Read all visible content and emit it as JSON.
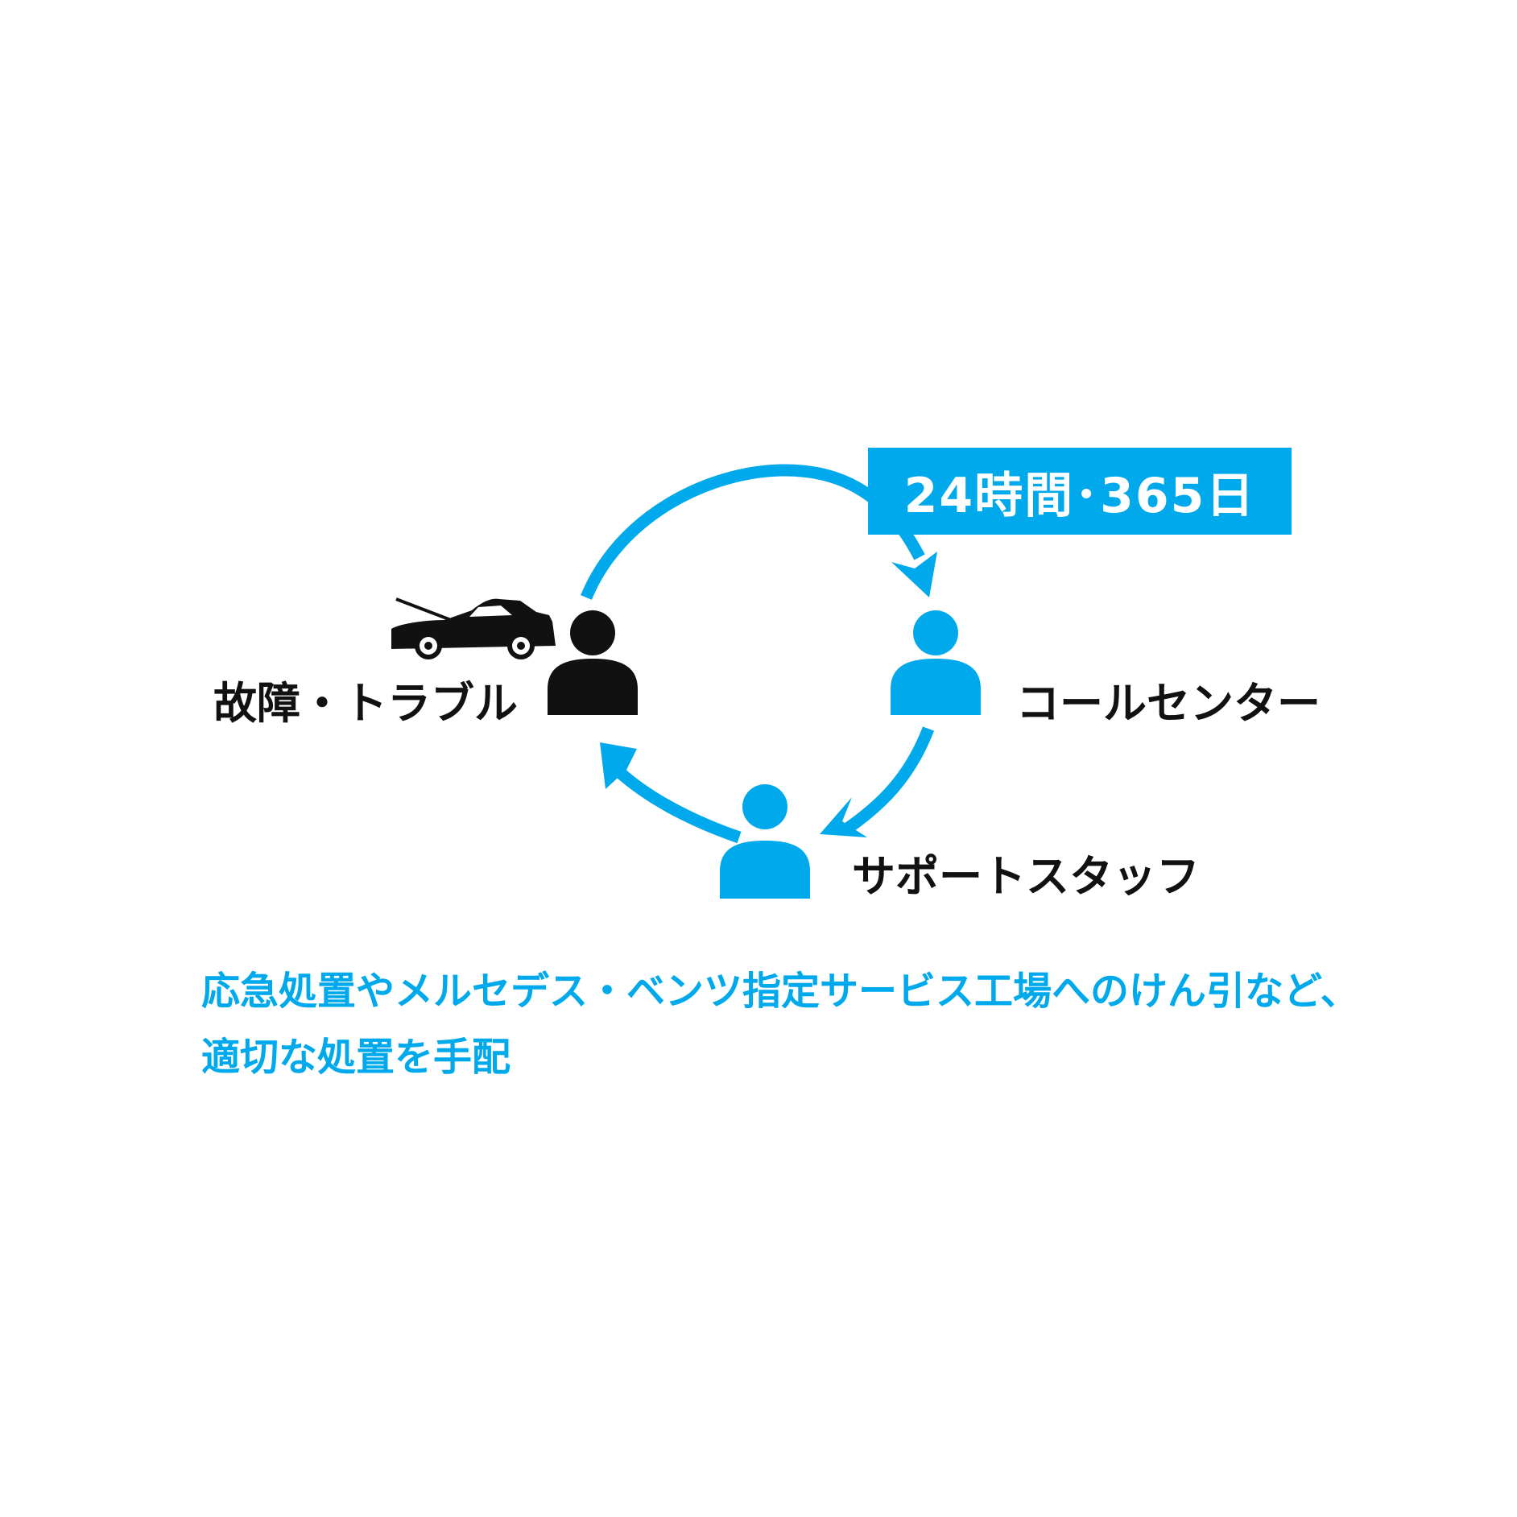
{
  "colors": {
    "accent": "#00a9eb",
    "black": "#111111",
    "background": "#ffffff"
  },
  "badge": {
    "text": "24時間･365日"
  },
  "nodes": {
    "trouble": {
      "label": "故障・トラブル",
      "icon": "person-icon-black",
      "extra_icon": "car-hood-open-icon"
    },
    "call_center": {
      "label": "コールセンター",
      "icon": "person-icon-blue"
    },
    "support_staff": {
      "label": "サポートスタッフ",
      "icon": "person-icon-blue"
    }
  },
  "caption": {
    "line1": "応急処置やメルセデス・ベンツ指定サービス工場へのけん引など、",
    "line2": "適切な処置を手配"
  }
}
